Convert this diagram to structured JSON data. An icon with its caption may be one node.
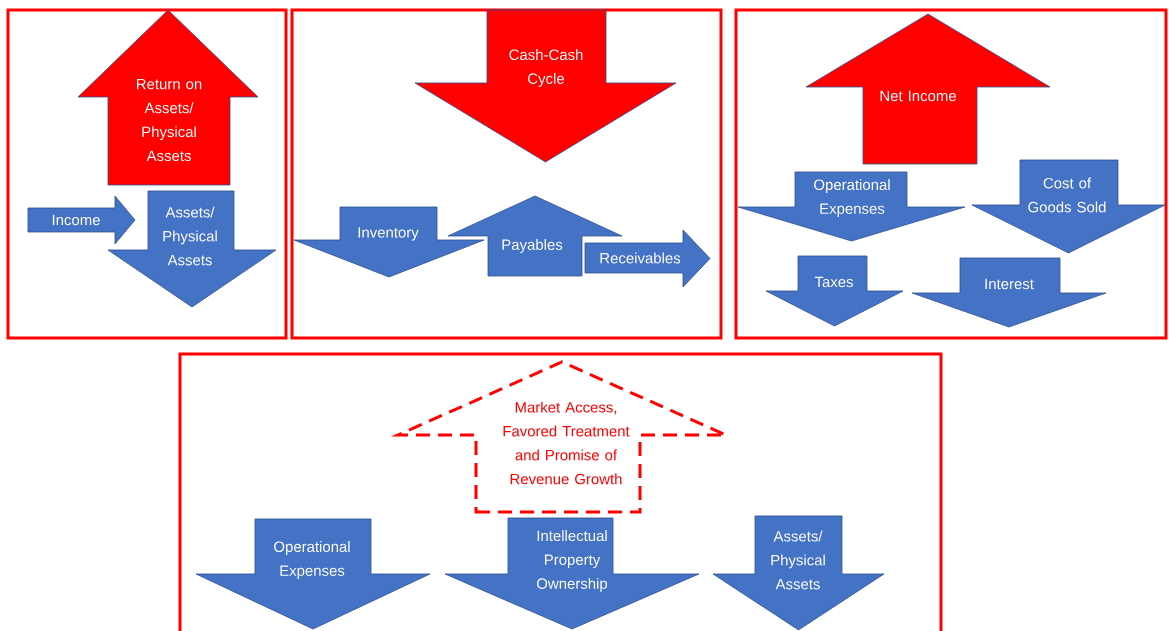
{
  "diagram": {
    "nodes": [
      {
        "text": [],
        "shape": "box"
      },
      {
        "text": [
          "Return on Assets/ Physical Assets"
        ],
        "in": 0
      },
      {
        "text": [
          "Income"
        ],
        "in": 0
      },
      {
        "text": [
          "Assets/ Physical Assets"
        ],
        "in": 0
      },
      {
        "text": [],
        "shape": "box"
      },
      {
        "text": [
          "Cash-Cash Cycle"
        ],
        "in": 4
      },
      {
        "text": [
          "Inventory"
        ],
        "in": 4
      },
      {
        "text": [
          "Payables"
        ],
        "in": 4
      },
      {
        "text": [
          "Receivables"
        ],
        "in": 4
      },
      {
        "text": [],
        "shape": "box"
      },
      {
        "text": [
          "Net Income"
        ],
        "in": 9
      },
      {
        "text": [
          "Operational Expenses"
        ],
        "in": 9
      },
      {
        "text": [
          "Cost of Goods Sold"
        ],
        "in": 9
      },
      {
        "text": [
          "Taxes"
        ],
        "in": 9
      },
      {
        "text": [
          "Interest"
        ],
        "in": 9
      },
      {
        "text": [],
        "shape": "box"
      },
      {
        "text": [
          "Market Access, Favored Treatment and Promise of Revenue Growth"
        ],
        "in": 15
      },
      {
        "text": [
          "Operational Expenses"
        ],
        "in": 15
      },
      {
        "text": [
          "Intellectual Property Ownership"
        ],
        "in": 15
      },
      {
        "text": [
          "Assets/ Physical Assets"
        ],
        "in": 15
      }
    ]
  }
}
